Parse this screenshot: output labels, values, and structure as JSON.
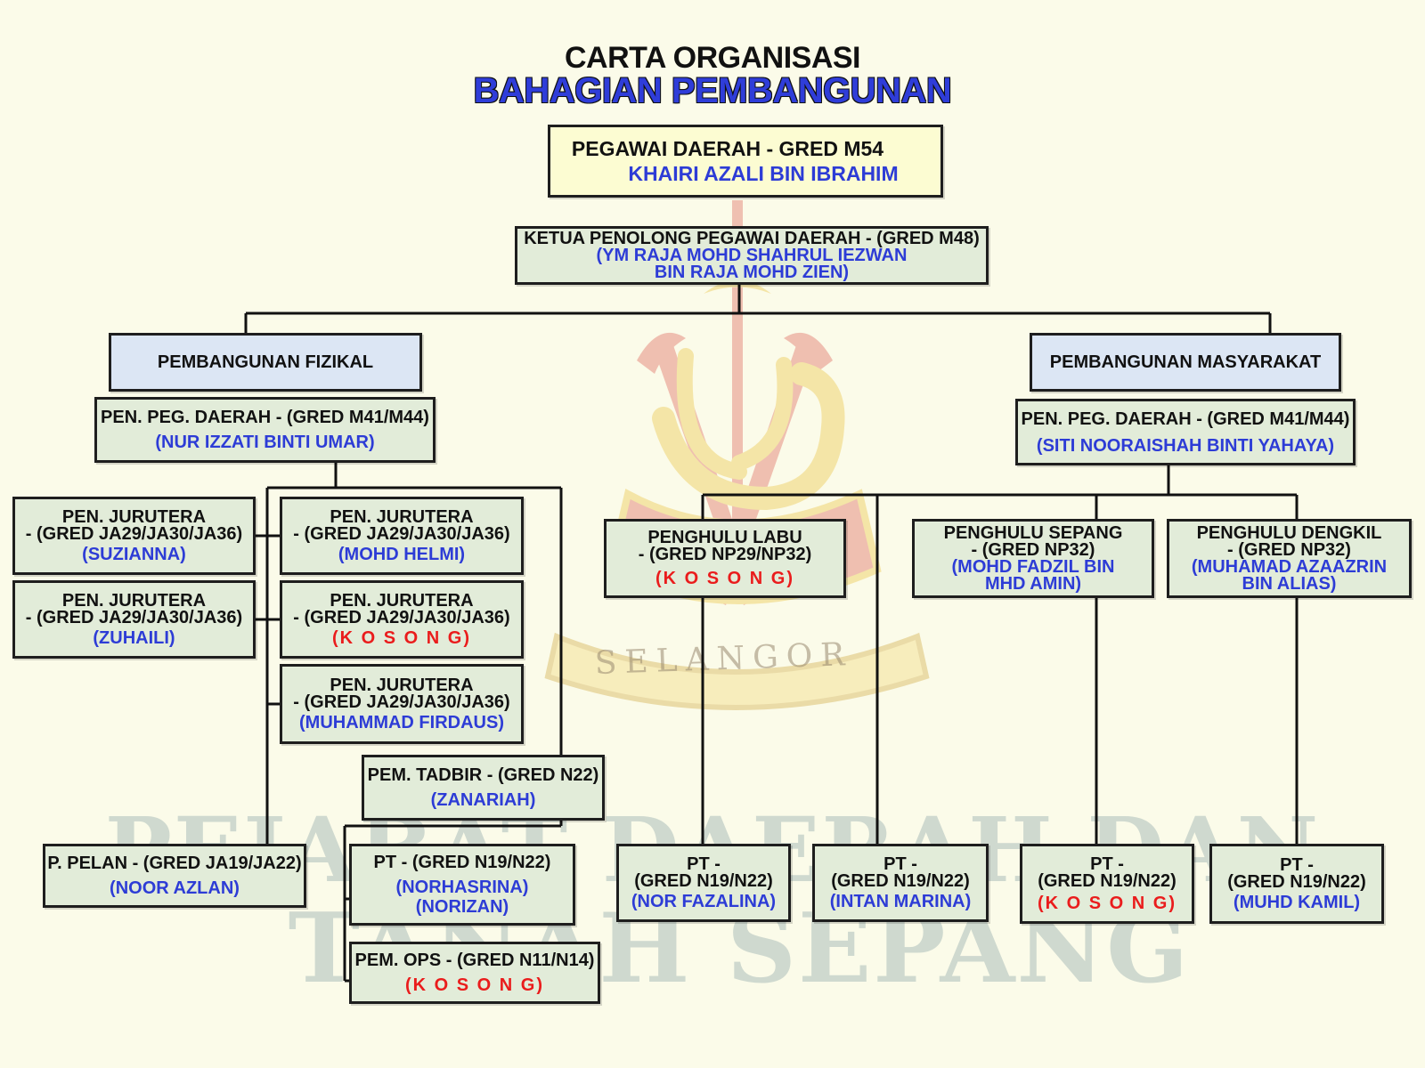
{
  "title": {
    "line1": "CARTA ORGANISASI",
    "line2": "BAHAGIAN PEMBANGUNAN"
  },
  "watermark": {
    "line1": "PEJABAT DAERAH DAN",
    "line2": "TANAH SEPANG",
    "emblem_text": "SELANGOR"
  },
  "colors": {
    "background": "#fbfbe9",
    "box_green": "#e2ecd9",
    "box_yellow": "#fcfcd2",
    "box_blue": "#dce6f4",
    "name_blue": "#2d3cd6",
    "vacant_red": "#ea1c1c"
  },
  "nodes": {
    "pegawai_daerah": {
      "role": "PEGAWAI DAERAH - GRED M54",
      "name": "KHAIRI AZALI BIN IBRAHIM"
    },
    "ketua_penolong": {
      "role": "KETUA PENOLONG PEGAWAI DAERAH - (GRED M48)",
      "name1": "(YM RAJA MOHD SHAHRUL IEZWAN",
      "name2": "BIN RAJA MOHD ZIEN)"
    },
    "unit_fizikal": {
      "label": "PEMBANGUNAN FIZIKAL"
    },
    "unit_masyarakat": {
      "label": "PEMBANGUNAN MASYARAKAT"
    },
    "ppd_fizikal": {
      "role": "PEN. PEG. DAERAH - (GRED M41/M44)",
      "name": "(NUR IZZATI BINTI UMAR)"
    },
    "ppd_masyarakat": {
      "role": "PEN. PEG. DAERAH - (GRED M41/M44)",
      "name": "(SITI NOORAISHAH BINTI YAHAYA)"
    },
    "jurutera_suzianna": {
      "role1": "PEN. JURUTERA",
      "role2": "- (GRED JA29/JA30/JA36)",
      "name": "(SUZIANNA)"
    },
    "jurutera_zuhaili": {
      "role1": "PEN. JURUTERA",
      "role2": "- (GRED JA29/JA30/JA36)",
      "name": "(ZUHAILI)"
    },
    "jurutera_helmi": {
      "role1": "PEN. JURUTERA",
      "role2": "- (GRED JA29/JA30/JA36)",
      "name": "(MOHD HELMI)"
    },
    "jurutera_kosong": {
      "role1": "PEN. JURUTERA",
      "role2": "- (GRED JA29/JA30/JA36)",
      "name": "(K O S O N G)"
    },
    "jurutera_firdaus": {
      "role1": "PEN. JURUTERA",
      "role2": "- (GRED JA29/JA30/JA36)",
      "name": "(MUHAMMAD FIRDAUS)"
    },
    "pem_tadbir": {
      "role": "PEM. TADBIR - (GRED N22)",
      "name": "(ZANARIAH)"
    },
    "p_pelan": {
      "role": "P. PELAN - (GRED JA19/JA22)",
      "name": "(NOOR AZLAN)"
    },
    "pt_fizikal": {
      "role": "PT - (GRED N19/N22)",
      "name1": "(NORHASRINA)",
      "name2": "(NORIZAN)"
    },
    "pem_ops": {
      "role": "PEM. OPS - (GRED N11/N14)",
      "name": "(K O S O N G)"
    },
    "penghulu_labu": {
      "role1": "PENGHULU LABU",
      "role2": "- (GRED NP29/NP32)",
      "name": "(K O S O N G)"
    },
    "penghulu_sepang": {
      "role1": "PENGHULU SEPANG",
      "role2": "- (GRED NP32)",
      "name1": "(MOHD FADZIL BIN",
      "name2": "MHD AMIN)"
    },
    "penghulu_dengkil": {
      "role1": "PENGHULU DENGKIL",
      "role2": "- (GRED NP32)",
      "name1": "(MUHAMAD AZAAZRIN",
      "name2": "BIN ALIAS)"
    },
    "pt_fazalina": {
      "role1": "PT -",
      "role2": "(GRED N19/N22)",
      "name": "(NOR FAZALINA)"
    },
    "pt_intan": {
      "role1": "PT -",
      "role2": "(GRED N19/N22)",
      "name": "(INTAN MARINA)"
    },
    "pt_kosong": {
      "role1": "PT -",
      "role2": "(GRED N19/N22)",
      "name": "(K O S O N G)"
    },
    "pt_kamil": {
      "role1": "PT -",
      "role2": "(GRED N19/N22)",
      "name": "(MUHD KAMIL)"
    }
  }
}
